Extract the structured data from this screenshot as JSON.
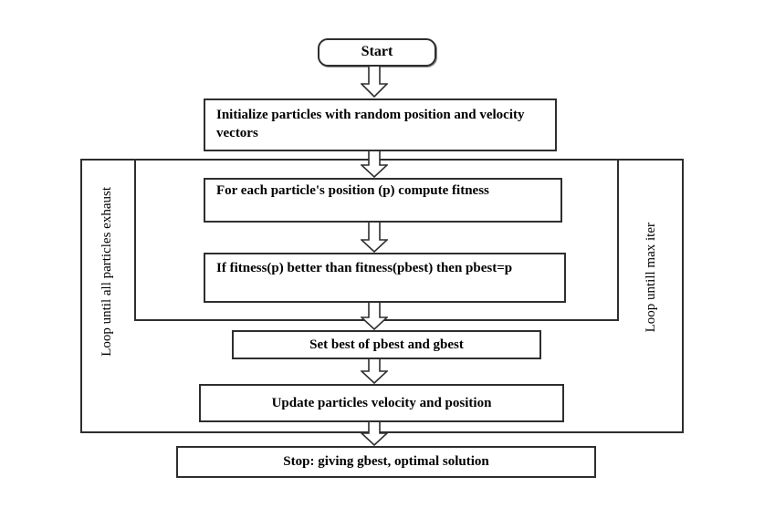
{
  "flowchart": {
    "nodes": {
      "start": "Start",
      "initialize": "Initialize particles with random position and velocity vectors",
      "compute_fitness": "For each particle's position (p) compute fitness",
      "update_pbest": "If fitness(p) better than fitness(pbest) then pbest=p",
      "set_best": "Set best of pbest and gbest",
      "update_velocity": "Update particles velocity and position",
      "stop": "Stop: giving gbest, optimal solution"
    },
    "loop_labels": {
      "left": "Loop until all particles exhaust",
      "right": "Loop untill max iter"
    }
  },
  "colors": {
    "line": "#2e2e2e",
    "bg": "#ffffff",
    "text": "#000000"
  }
}
